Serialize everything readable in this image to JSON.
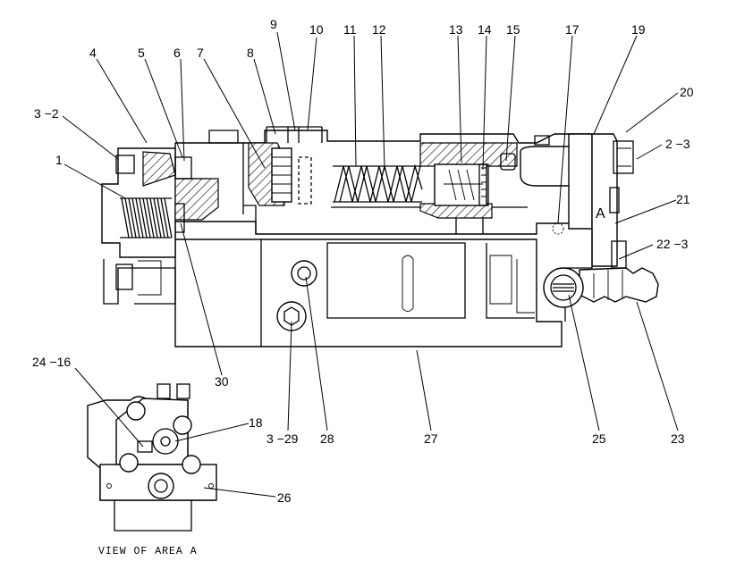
{
  "diagram": {
    "area_marker": "A",
    "inset_caption": "VIEW OF AREA A",
    "callouts": [
      {
        "id": "c1",
        "label": "1"
      },
      {
        "id": "c3-2",
        "label": "3 −2"
      },
      {
        "id": "c4",
        "label": "4"
      },
      {
        "id": "c5",
        "label": "5"
      },
      {
        "id": "c6",
        "label": "6"
      },
      {
        "id": "c7",
        "label": "7"
      },
      {
        "id": "c8",
        "label": "8"
      },
      {
        "id": "c9",
        "label": "9"
      },
      {
        "id": "c10",
        "label": "10"
      },
      {
        "id": "c11",
        "label": "11"
      },
      {
        "id": "c12",
        "label": "12"
      },
      {
        "id": "c13",
        "label": "13"
      },
      {
        "id": "c14",
        "label": "14"
      },
      {
        "id": "c15",
        "label": "15"
      },
      {
        "id": "c17",
        "label": "17"
      },
      {
        "id": "c19",
        "label": "19"
      },
      {
        "id": "c20",
        "label": "20"
      },
      {
        "id": "c2-3",
        "label": "2 −3"
      },
      {
        "id": "c21",
        "label": "21"
      },
      {
        "id": "c22-3",
        "label": "22 −3"
      },
      {
        "id": "c23",
        "label": "23"
      },
      {
        "id": "c25",
        "label": "25"
      },
      {
        "id": "c27",
        "label": "27"
      },
      {
        "id": "c28",
        "label": "28"
      },
      {
        "id": "c3-29",
        "label": "3 −29"
      },
      {
        "id": "c30",
        "label": "30"
      },
      {
        "id": "c24-16",
        "label": "24 −16"
      },
      {
        "id": "c18",
        "label": "18"
      },
      {
        "id": "c26",
        "label": "26"
      }
    ]
  }
}
